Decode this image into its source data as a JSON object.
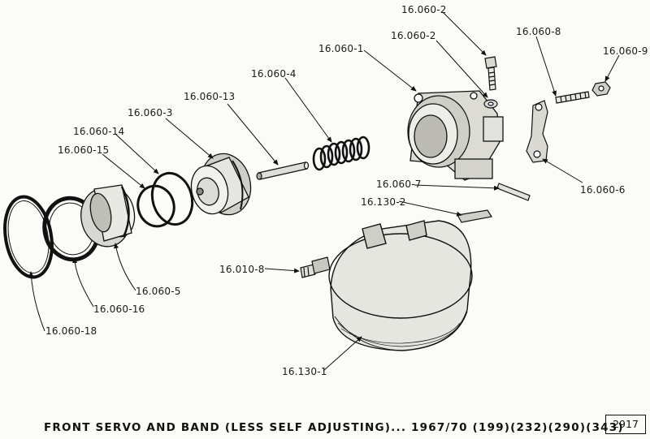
{
  "caption": "FRONT SERVO AND BAND (LESS SELF ADJUSTING)... 1967/70 (199)(232)(290)(343)",
  "plate_number": "2917",
  "parts": [
    "16.060-2",
    "16.060-2",
    "16.060-1",
    "16.060-8",
    "16.060-9",
    "16.060-4",
    "16.060-13",
    "16.060-3",
    "16.060-14",
    "16.060-15",
    "16.060-6",
    "16.060-7",
    "16.130-2",
    "16.010-8",
    "16.060-5",
    "16.060-16",
    "16.060-18",
    "16.130-1"
  ]
}
